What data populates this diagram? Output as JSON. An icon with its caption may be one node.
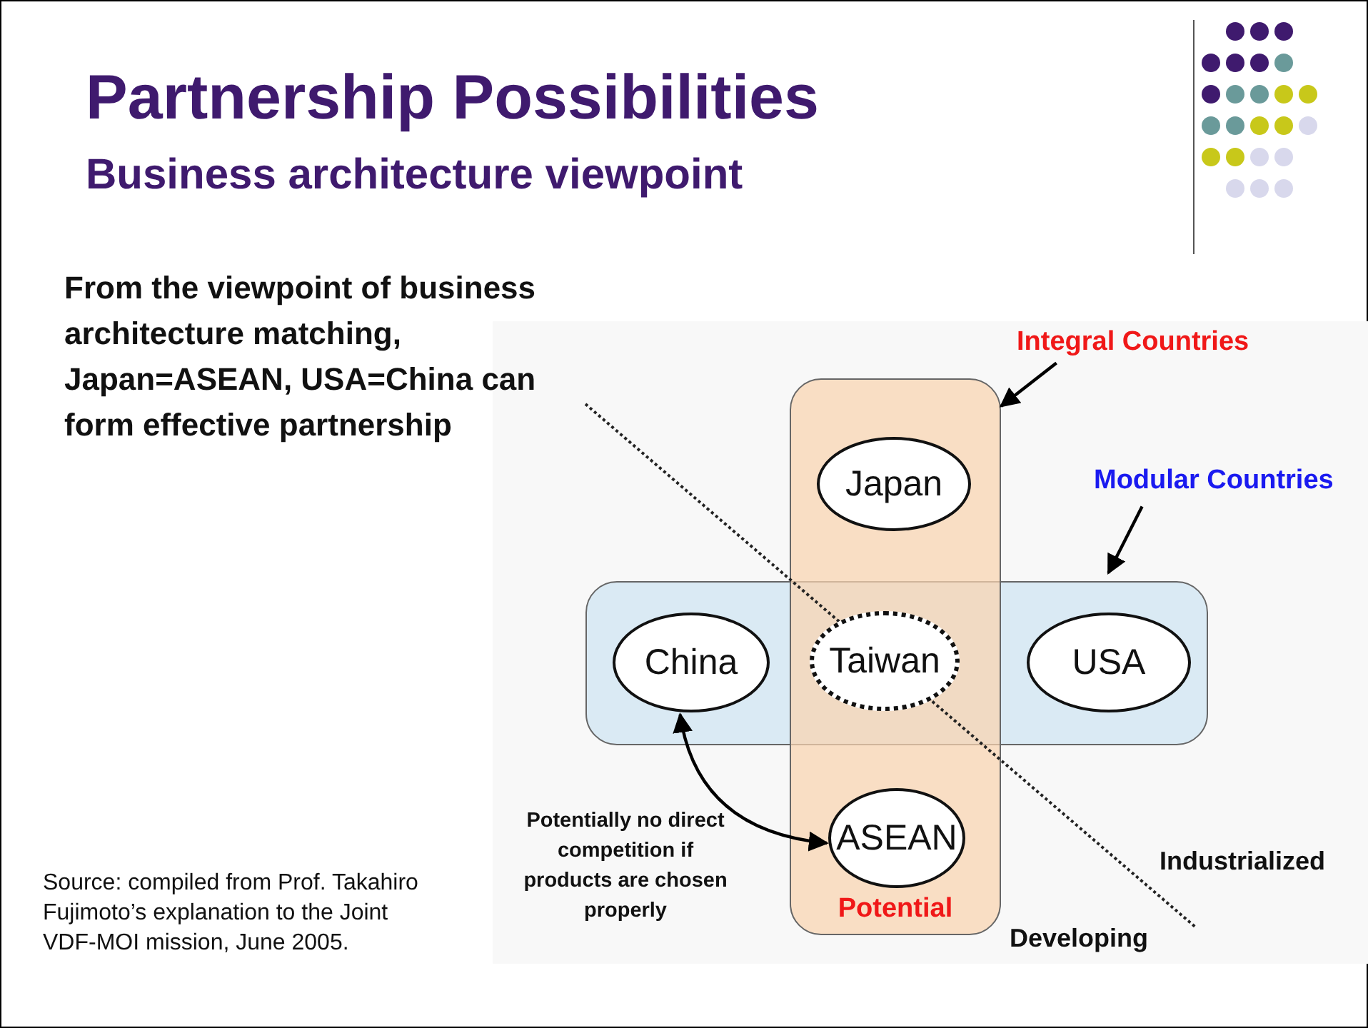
{
  "diagram": {
    "title": "Partnership Possibilities",
    "nodes": [
      {
        "text": [
          "Potential"
        ]
      },
      {
        "text": [],
        "shape": "box"
      },
      {
        "text": [
          "Japan"
        ],
        "in": 0
      },
      {
        "text": [
          "China"
        ],
        "in": 1
      },
      {
        "text": [
          "Taiwan"
        ]
      },
      {
        "text": [
          "USA"
        ],
        "in": 1
      },
      {
        "text": [
          "ASEAN"
        ],
        "in": 0
      },
      {
        "text": [
          "Integral Countries"
        ]
      },
      {
        "text": [
          "Modular Countries"
        ]
      }
    ],
    "edges": [
      {
        "from": 7,
        "to": 0,
        "arrow": "to"
      },
      {
        "from": 8,
        "to": 1,
        "arrow": "to"
      },
      {
        "from": 3,
        "to": 6,
        "arrow": "both",
        "label": "Potentially no direct competition if products are chosen properly"
      }
    ],
    "labels": [
      "Business architecture viewpoint",
      "From the viewpoint of business architecture matching, Japan=ASEAN, USA=China can form effective partnership",
      "Industrialized",
      "Developing",
      "Source: compiled from Prof. Takahiro Fujimoto’s explanation to the Joint VDF-MOI mission, June 2005."
    ]
  }
}
